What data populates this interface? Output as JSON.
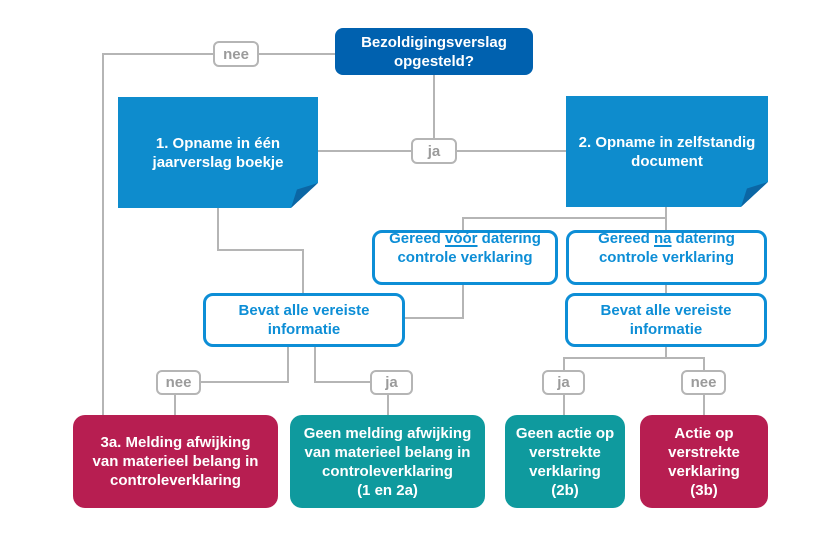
{
  "diagram": {
    "type": "flowchart",
    "language": "nl",
    "nodes": {
      "start": {
        "label": "Bezoldigingsverslag\nopgesteld?"
      },
      "option1": {
        "label": "1. Opname in één\njaarverslag boekje"
      },
      "option2": {
        "label": "2. Opname in zelfstandig\ndocument"
      },
      "ready_before": {
        "pre": "Gereed ",
        "underline": "vóór",
        "post": " datering",
        "line2": "controle verklaring"
      },
      "ready_after": {
        "pre": "Gereed ",
        "underline": "na",
        "post": " datering",
        "line2": "controle verklaring"
      },
      "contains_left": {
        "label": "Bevat alle vereiste\ninformatie"
      },
      "contains_right": {
        "label": "Bevat alle vereiste\ninformatie"
      },
      "outcome_3a": {
        "label": "3a. Melding afwijking\nvan materieel belang in\ncontroleverklaring"
      },
      "outcome_1_2a": {
        "label": "Geen melding afwijking\nvan materieel belang in\ncontroleverklaring\n(1 en 2a)"
      },
      "outcome_2b": {
        "label": "Geen actie op\nverstrekte\nverklaring\n(2b)"
      },
      "outcome_3b": {
        "label": "Actie op\nverstrekte\nverklaring\n(3b)"
      }
    },
    "edge_labels": {
      "nee_top": "nee",
      "ja_mid": "ja",
      "nee_left": "nee",
      "ja_left": "ja",
      "ja_right": "ja",
      "nee_right": "nee"
    },
    "colors": {
      "dark_blue": "#0061af",
      "azure": "#0e8ccd",
      "outline_blue": "#0d8ed6",
      "teal": "#0f9a9e",
      "crimson": "#b71e51",
      "fold_blue": "#0b66a4",
      "connector_gray": "#b5b5b5",
      "label_text_gray": "#9b9b9b"
    }
  }
}
